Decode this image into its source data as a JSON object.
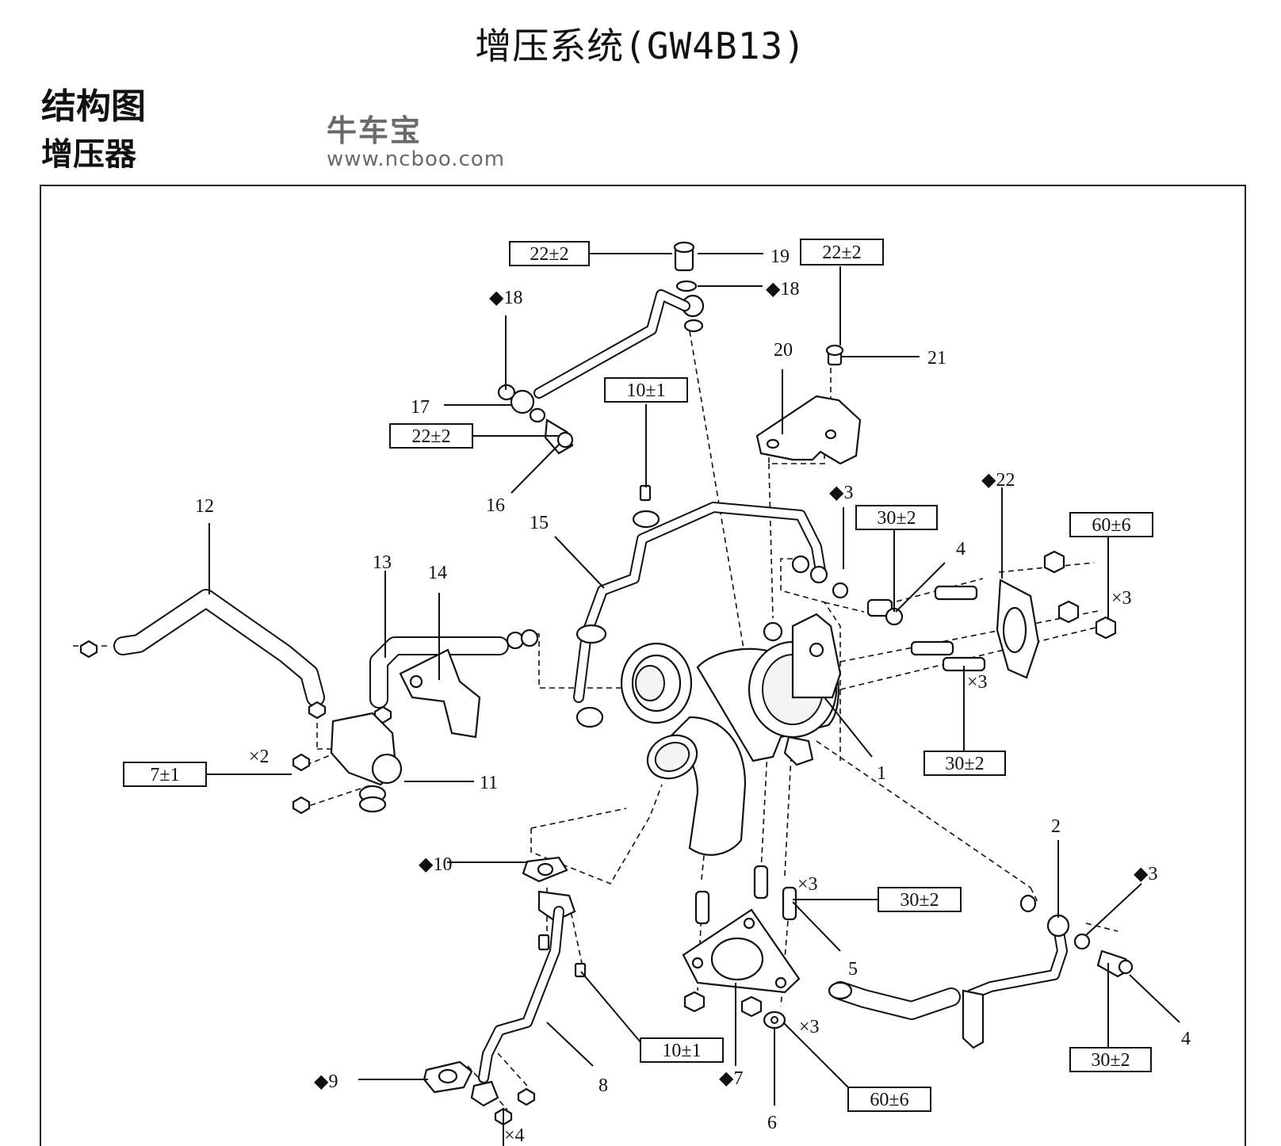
{
  "page": {
    "title": "增压系统(GW4B13)",
    "section": "结构图",
    "subsection": "增压器"
  },
  "watermark": {
    "name": "牛车宝",
    "url": "www.ncboo.com"
  },
  "callouts": {
    "n1": "1",
    "n2": "2",
    "n3a": "◆3",
    "n3b": "◆3",
    "n4a": "4",
    "n4b": "4",
    "n5": "5",
    "n6": "6",
    "n7": "◆7",
    "n8": "8",
    "n9": "◆9",
    "n10": "◆10",
    "n11": "11",
    "n12": "12",
    "n13": "13",
    "n14": "14",
    "n15": "15",
    "n16": "16",
    "n17": "17",
    "n18a": "◆18",
    "n18b": "◆18",
    "n19": "19",
    "n20": "20",
    "n21": "21",
    "n22": "◆22"
  },
  "torques": {
    "t19": "22±2",
    "t21": "22±2",
    "t16": "22±2",
    "t15": "10±1",
    "t4": "30±2",
    "t22": "60±6",
    "t1": "30±2",
    "t11": "7±1",
    "t5": "30±2",
    "t8": "10±1",
    "t6": "60±6",
    "t4b": "30±2"
  },
  "quantities": {
    "q22": "×3",
    "q1": "×3",
    "q11": "×2",
    "q5": "×3",
    "q6": "×3",
    "q9": "×4"
  }
}
